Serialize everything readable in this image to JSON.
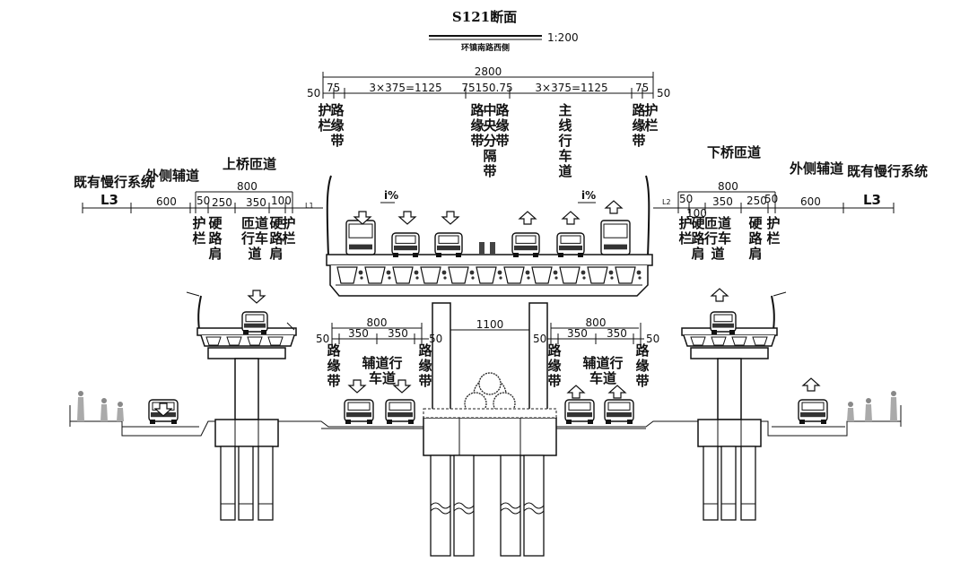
{
  "title": "S121断面",
  "subtitle": "环镇南路西侧",
  "scale": "1:200",
  "dims": {
    "total": "2800",
    "main_left_edge": "50",
    "main_left_strip": "75",
    "main_left_lanes": "3×375=1125",
    "main_center": "75150.75",
    "main_right_lanes": "3×375=1125",
    "main_right_strip": "75",
    "main_right_edge": "50",
    "ramp_total_left": "800",
    "ramp_total_right": "800",
    "ramp_l_50": "50",
    "ramp_l_250": "250",
    "ramp_l_350": "350",
    "ramp_l_100": "100",
    "ramp_r_50": "50",
    "ramp_r_100": "100",
    "ramp_r_350": "350",
    "ramp_r_250": "250",
    "ramp_r_50b": "50",
    "side_600_left": "600",
    "side_600_right": "600",
    "L3_left": "L3",
    "L3_right": "L3",
    "L1": "L1",
    "L2": "L2",
    "ground_800_left": "800",
    "ground_800_right": "800",
    "ground_350a": "350",
    "ground_350b": "350",
    "ground_350c": "350",
    "ground_350d": "350",
    "ground_50a": "50",
    "ground_50b": "50",
    "ground_50c": "50",
    "ground_50d": "50",
    "pier_1100": "1100",
    "slope_left": "i%",
    "slope_right": "i%"
  },
  "labels": {
    "existing_slow_left": "既有慢行系统",
    "outer_aux_left": "外侧辅道",
    "up_ramp": "上桥匝道",
    "down_ramp": "下桥匝道",
    "outer_aux_right": "外侧辅道",
    "existing_slow_right": "既有慢行系统",
    "main_left_guard": [
      "护",
      "栏"
    ],
    "main_left_strip": [
      "路",
      "缘",
      "带"
    ],
    "main_center_a": [
      "路",
      "缘",
      "带"
    ],
    "main_center_b": [
      "中",
      "央",
      "分",
      "隔",
      "带"
    ],
    "main_center_c": [
      "路",
      "缘",
      "带"
    ],
    "main_lane": [
      "主",
      "线",
      "行",
      "车",
      "道"
    ],
    "main_right_strip": [
      "路",
      "缘",
      "带"
    ],
    "main_right_guard": [
      "护",
      "栏"
    ],
    "ramp_l_guard": [
      "护",
      "栏"
    ],
    "ramp_l_shoulder": [
      "硬",
      "路",
      "肩"
    ],
    "ramp_l_lane": [
      "匝道",
      "行车",
      "道"
    ],
    "ramp_l_shoulder2": [
      "硬",
      "路",
      "肩"
    ],
    "ramp_l_guard2": [
      "护",
      "栏"
    ],
    "ramp_r_guard": [
      "护",
      "栏"
    ],
    "ramp_r_shoulder": [
      "硬",
      "路",
      "肩"
    ],
    "ramp_r_lane": [
      "匝道",
      "行车",
      "道"
    ],
    "ramp_r_shoulder2": [
      "硬",
      "路",
      "肩"
    ],
    "ramp_r_guard2": [
      "护",
      "栏"
    ],
    "ground_l_strip1": [
      "路",
      "缘",
      "带"
    ],
    "ground_l_lane": [
      "辅道行",
      "车道"
    ],
    "ground_l_strip2": [
      "路",
      "缘",
      "带"
    ],
    "ground_r_strip1": [
      "路",
      "缘",
      "带"
    ],
    "ground_r_lane": [
      "辅道行",
      "车道"
    ],
    "ground_r_strip2": [
      "路",
      "缘",
      "带"
    ]
  }
}
